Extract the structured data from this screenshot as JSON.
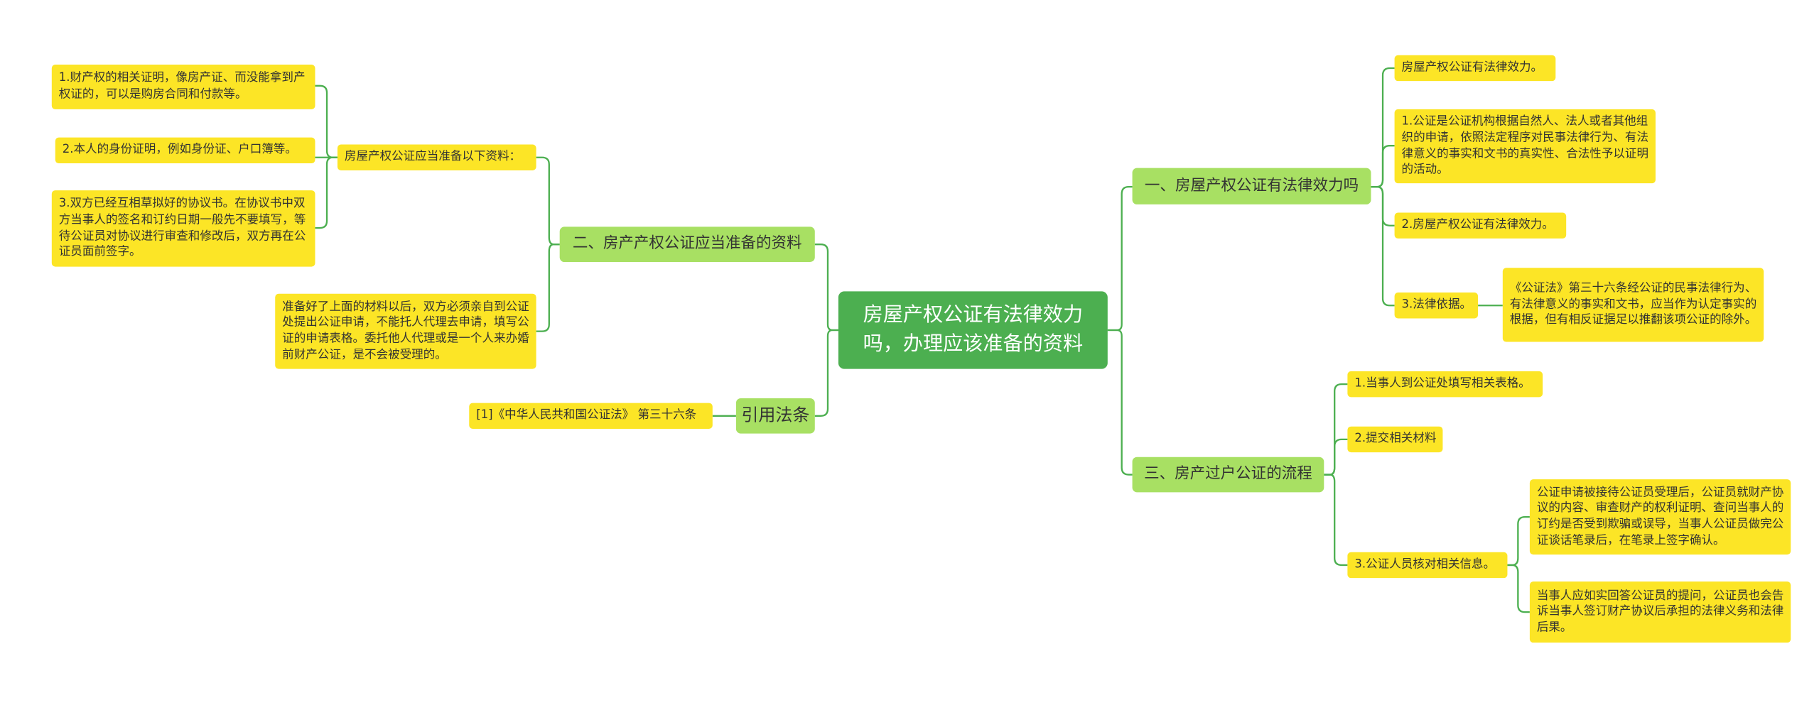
{
  "root": {
    "text": "房屋产权公证有法律效力吗，办理应该准备的资料"
  },
  "colors": {
    "root": "#4caf50",
    "branch": "#a8e063",
    "leaf": "#fce526",
    "line": "#4caf50"
  },
  "branches": {
    "b1": "一、房屋产权公证有法律效力吗",
    "b2": "二、房产产权公证应当准备的资料",
    "b3": "三、房产过户公证的流程",
    "b4": "引用法条"
  },
  "leaves": {
    "b1_1": "房屋产权公证有法律效力。",
    "b1_2": "1.公证是公证机构根据自然人、法人或者其他组织的申请，依照法定程序对民事法律行为、有法律意义的事实和文书的真实性、合法性予以证明的活动。",
    "b1_3": "2.房屋产权公证有法律效力。",
    "b1_4": "3.法律依据。",
    "b1_4_1": "《公证法》第三十六条经公证的民事法律行为、有法律意义的事实和文书，应当作为认定事实的根据，但有相反证据足以推翻该项公证的除外。",
    "b2_1": "房屋产权公证应当准备以下资料：",
    "b2_1_1": "1.财产权的相关证明，像房产证、而没能拿到产权证的，可以是购房合同和付款等。",
    "b2_1_2": "2.本人的身份证明，例如身份证、户口簿等。",
    "b2_1_3": "3.双方已经互相草拟好的协议书。在协议书中双方当事人的签名和订约日期一般先不要填写，等待公证员对协议进行审查和修改后，双方再在公证员面前签字。",
    "b2_2": "准备好了上面的材料以后，双方必须亲自到公证处提出公证申请，不能托人代理去申请，填写公证的申请表格。委托他人代理或是一个人来办婚前财产公证，是不会被受理的。",
    "b3_1": "1.当事人到公证处填写相关表格。",
    "b3_2": "2.提交相关材料",
    "b3_3": "3.公证人员核对相关信息。",
    "b3_3_1": "公证申请被接待公证员受理后，公证员就财产协议的内容、审查财产的权利证明、查问当事人的订约是否受到欺骗或误导，当事人公证员做完公证谈话笔录后，在笔录上签字确认。",
    "b3_3_2": "当事人应如实回答公证员的提问，公证员也会告诉当事人签订财产协议后承担的法律义务和法律后果。",
    "b4_1": "[1]《中华人民共和国公证法》 第三十六条"
  }
}
